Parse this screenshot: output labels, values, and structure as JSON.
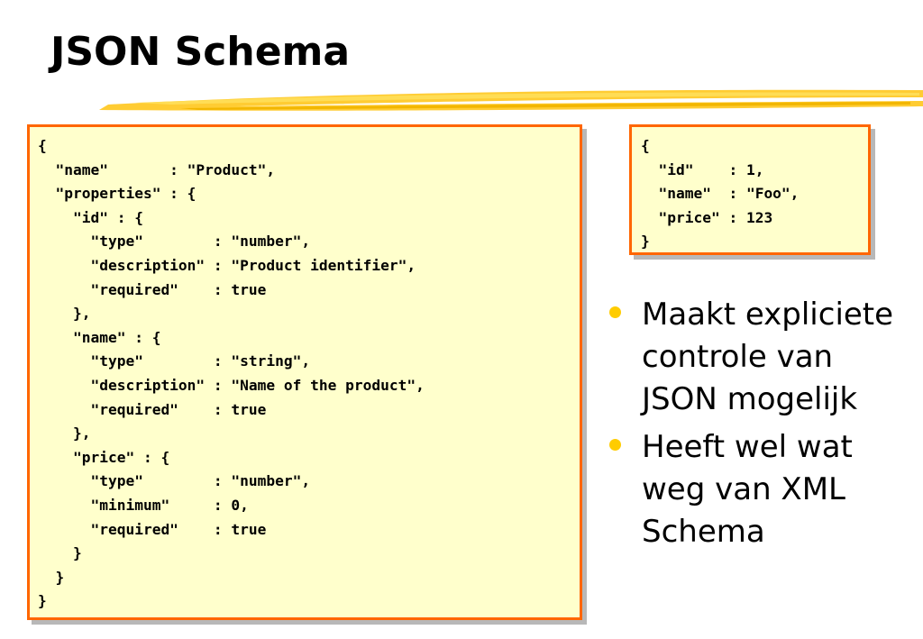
{
  "slide": {
    "title": "JSON Schema",
    "accent_color": "#ffcc00",
    "border_color": "#ff6600",
    "code_background": "#ffffcc"
  },
  "schema_code": "{\n  \"name\"       : \"Product\",\n  \"properties\" : {\n    \"id\" : {\n      \"type\"        : \"number\",\n      \"description\" : \"Product identifier\",\n      \"required\"    : true\n    },\n    \"name\" : {\n      \"type\"        : \"string\",\n      \"description\" : \"Name of the product\",\n      \"required\"    : true\n    },\n    \"price\" : {\n      \"type\"        : \"number\",\n      \"minimum\"     : 0,\n      \"required\"    : true\n    }\n  }\n}",
  "example_code": "{\n  \"id\"    : 1,\n  \"name\"  : \"Foo\",\n  \"price\" : 123\n}",
  "bullets": [
    "Maakt expliciete controle van JSON mogelijk",
    "Heeft wel wat weg van XML Schema"
  ]
}
